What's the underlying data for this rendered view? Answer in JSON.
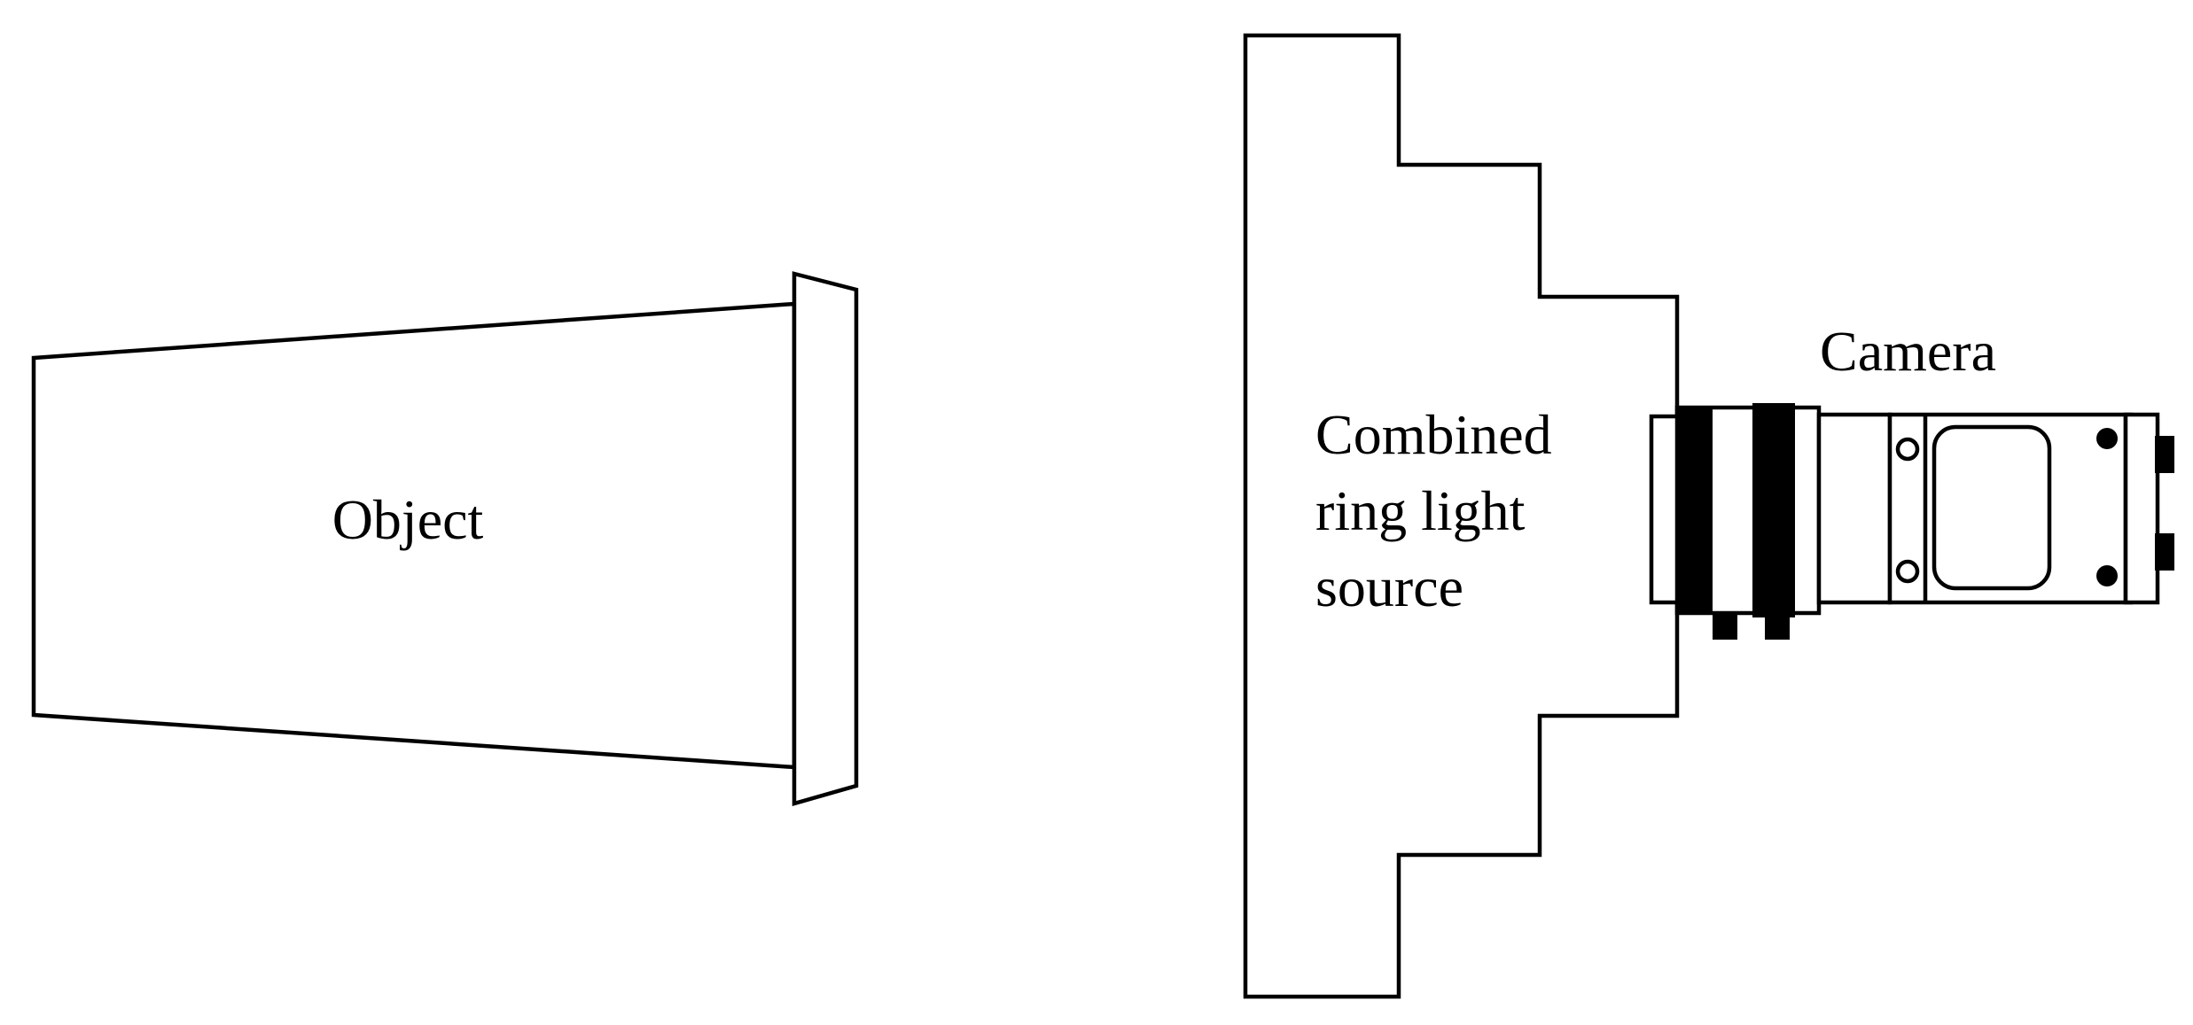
{
  "diagram": {
    "labels": {
      "object": "Object",
      "light_source_line1": "Combined",
      "light_source_line2": "ring light",
      "light_source_line3": "source",
      "camera": "Camera"
    },
    "colors": {
      "stroke": "#000000",
      "background": "#ffffff"
    }
  }
}
